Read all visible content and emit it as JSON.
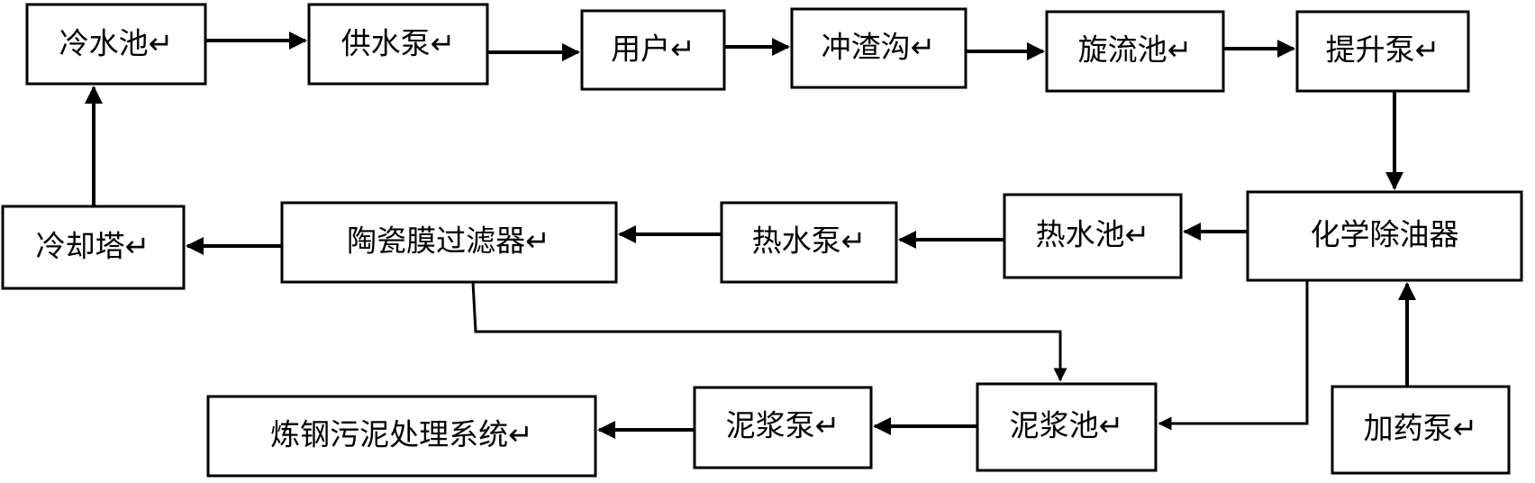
{
  "diagram": {
    "nodes": {
      "cold_pool": "冷水池↵",
      "supply_pump": "供水泵↵",
      "user": "用户↵",
      "slag_trench": "冲渣沟↵",
      "cyclone_pool": "旋流池↵",
      "lift_pump": "提升泵↵",
      "chem_deoiler": "化学除油器",
      "hot_pool": "热水池↵",
      "hot_pump": "热水泵↵",
      "ceramic_filter": "陶瓷膜过滤器↵",
      "cooling_tower": "冷却塔↵",
      "slurry_pool": "泥浆池↵",
      "slurry_pump": "泥浆泵↵",
      "sludge_system": "炼钢污泥处理系统↵",
      "dosing_pump": "加药泵↵"
    }
  }
}
